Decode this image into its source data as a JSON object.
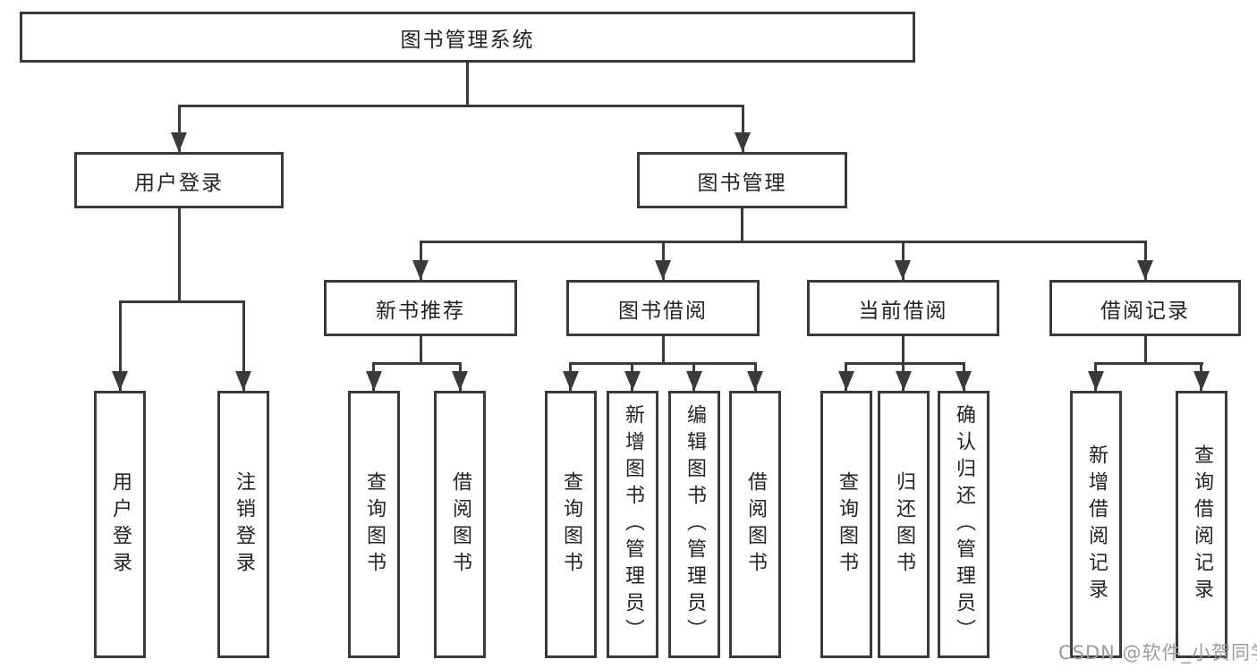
{
  "diagram": {
    "background": "#ffffff",
    "line_color": "#3a3a3a",
    "text_color": "#232323",
    "watermark": {
      "text": "CSDN @软件_小贺同学",
      "color": "#9c9c9c"
    },
    "root": {
      "label": "图书管理系统"
    },
    "level2": {
      "user_login": {
        "label": "用户登录"
      },
      "book_management": {
        "label": "图书管理"
      }
    },
    "level3": {
      "new_book_recommend": {
        "label": "新书推荐"
      },
      "book_borrow": {
        "label": "图书借阅"
      },
      "current_borrow": {
        "label": "当前借阅"
      },
      "borrow_records": {
        "label": "借阅记录"
      }
    },
    "leaves": {
      "user_login_login": {
        "label": "用户登录"
      },
      "user_login_logout": {
        "label": "注销登录"
      },
      "recommend_query_book": {
        "label": "查询图书"
      },
      "recommend_borrow_book": {
        "label": "借阅图书"
      },
      "borrow_query_book": {
        "label": "查询图书"
      },
      "borrow_add_book": {
        "label": "新增图书（管理员）"
      },
      "borrow_edit_book": {
        "label": "编辑图书（管理员）"
      },
      "borrow_borrow_book": {
        "label": "借阅图书"
      },
      "current_query_book": {
        "label": "查询图书"
      },
      "current_return_book": {
        "label": "归还图书"
      },
      "current_confirm_return": {
        "label": "确认归还（管理员）"
      },
      "records_add_record": {
        "label": "新增借阅记录"
      },
      "records_query_record": {
        "label": "查询借阅记录"
      }
    }
  }
}
